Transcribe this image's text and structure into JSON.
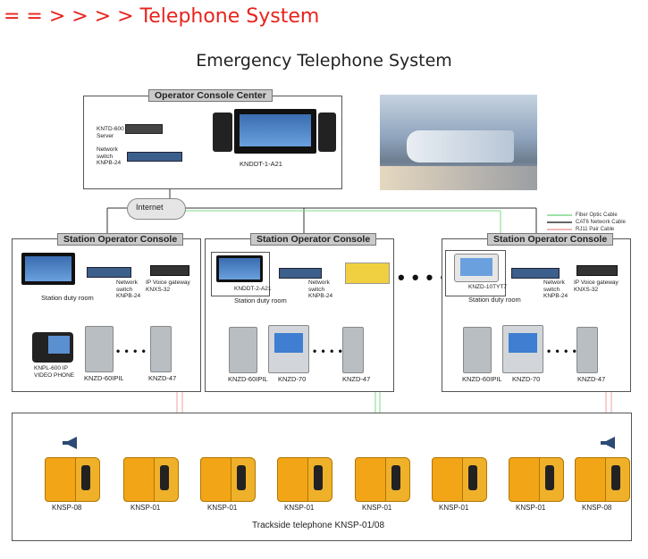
{
  "header": {
    "title": "= = > > > > Telephone System"
  },
  "main_title": "Emergency Telephone System",
  "operator_center": {
    "label": "Operator Console Center",
    "server_label": "KNTD-600\nServer",
    "switch_label": "Network\nswitch\nKNPB-24",
    "console_label": "KNDDT-1-A21"
  },
  "internet_label": "Internet",
  "legend": {
    "fiber": "Fiber Optic Cable",
    "cat6": "CAT6  Network  Cable",
    "rj11": "RJ11 Pair Cable"
  },
  "station1": {
    "label": "Station Operator Console",
    "duty_room": "Station duty room",
    "switch": "Network\nswitch\nKNPB-24",
    "gateway": "IP Voice gateway\nKNXS-32",
    "phone": "KNPL-600 IP\nVIDEO PHONE",
    "dev1": "KNZD-60IPIL",
    "dev2": "KNZD-47"
  },
  "station2": {
    "label": "Station Operator Console",
    "console": "KNDDT-2-A21",
    "duty_room": "Station duty room",
    "switch": "Network\nswitch\nKNPB-24",
    "dev1": "KNZD-60IPIL",
    "dev2": "KNZD-70",
    "dev3": "KNZD-47"
  },
  "station3": {
    "label": "Station Operator Console",
    "console": "KNZD-10TYT7",
    "duty_room": "Station duty room",
    "switch": "Network\nswitch\nKNPB-24",
    "gateway": "IP Voice gateway\nKNXS-32",
    "dev1": "KNZD-60IPIL",
    "dev2": "KNZD-70",
    "dev3": "KNZD-47"
  },
  "trackside": {
    "label": "Trackside telephone  KNSP-01/08",
    "phones": [
      "KNSP-08",
      "KNSP-01",
      "KNSP-01",
      "KNSP-01",
      "KNSP-01",
      "KNSP-01",
      "KNSP-01",
      "KNSP-08"
    ]
  },
  "colors": {
    "fiber": "#7fd88a",
    "cat6": "#333333",
    "rj11": "#f0a0a0",
    "phone_yellow": "#f2a516"
  }
}
